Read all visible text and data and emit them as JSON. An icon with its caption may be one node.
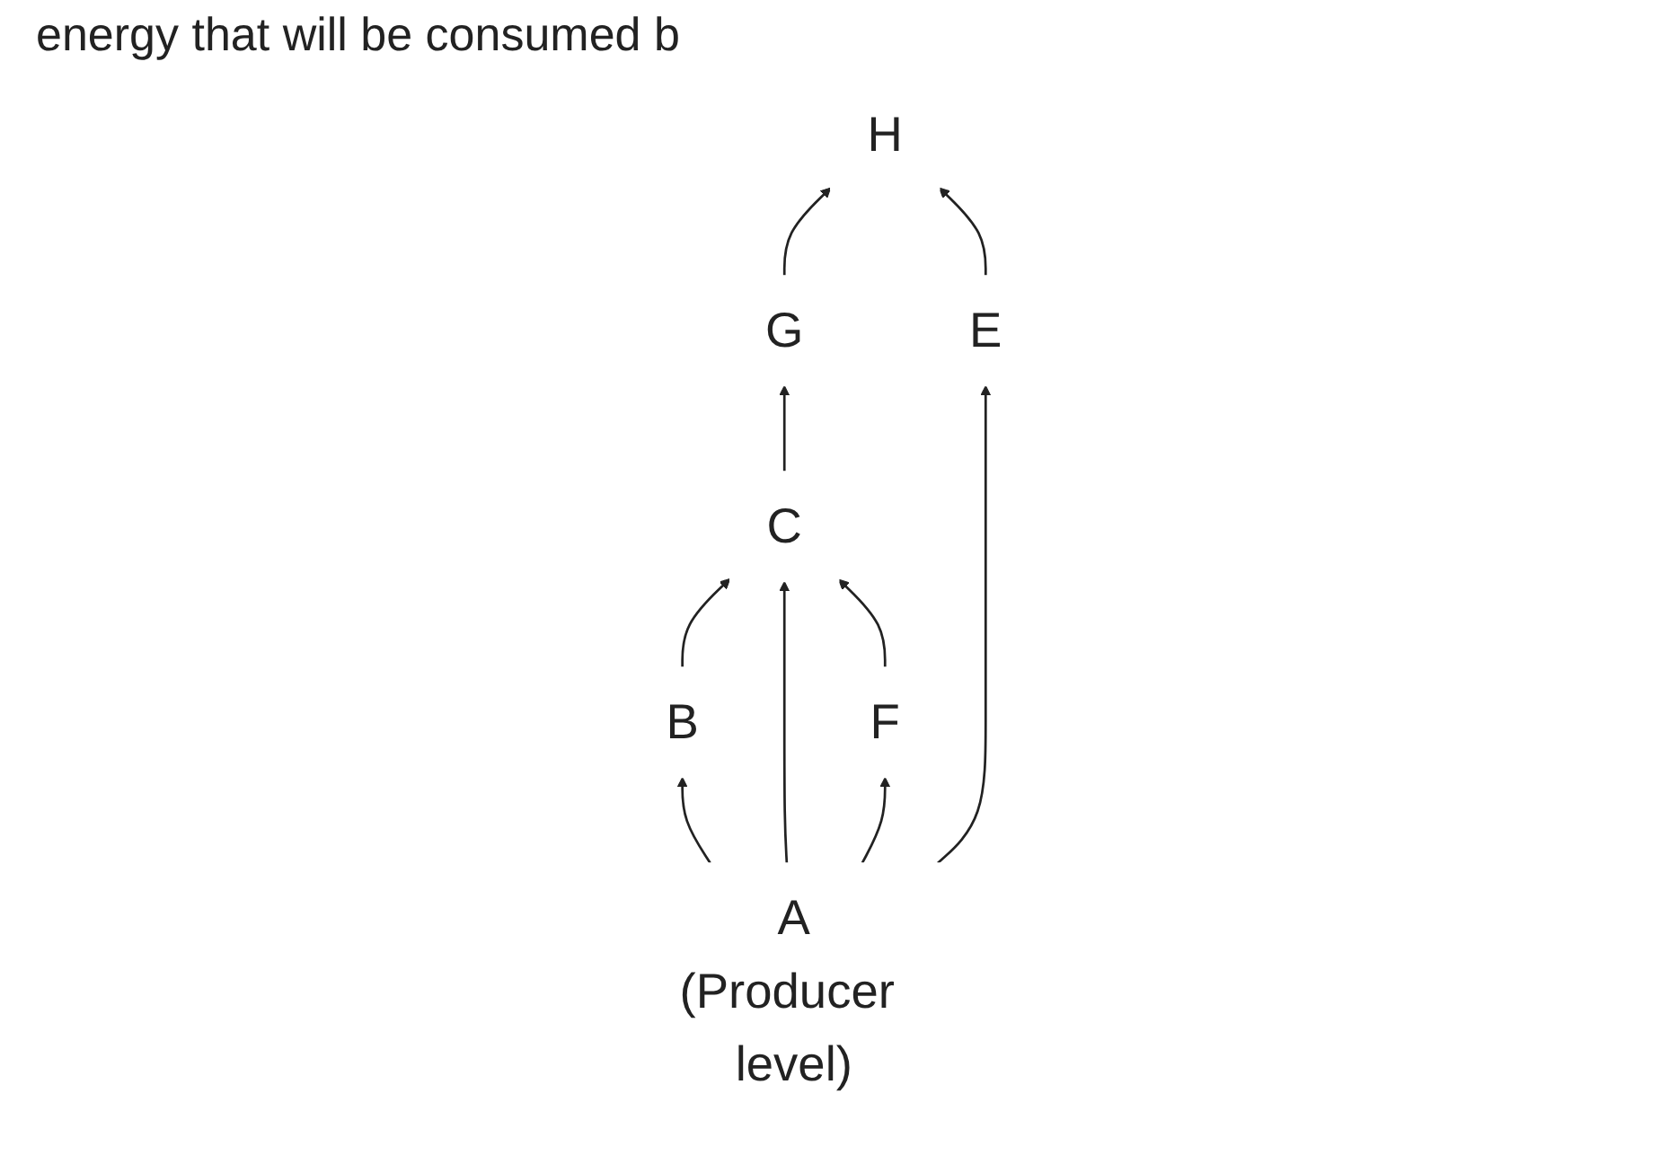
{
  "diagram": {
    "nodes": [
      {
        "text": [
          "B"
        ]
      },
      {
        "text": [
          "C"
        ]
      },
      {
        "text": [
          "G"
        ]
      },
      {
        "text": [
          "H"
        ]
      },
      {
        "text": [
          "F"
        ]
      },
      {
        "text": [
          "A",
          "(Producer level)"
        ]
      },
      {
        "text": [
          "E"
        ]
      }
    ],
    "edges": [
      {
        "from": 0,
        "to": 1,
        "arrow": "to"
      },
      {
        "from": 1,
        "to": 2,
        "arrow": "to"
      },
      {
        "from": 2,
        "to": 3,
        "arrow": "to"
      },
      {
        "from": 5,
        "to": 0,
        "arrow": "to"
      },
      {
        "from": 5,
        "to": 1,
        "arrow": "to"
      },
      {
        "from": 4,
        "to": 1,
        "arrow": "to"
      },
      {
        "from": 6,
        "to": 3,
        "arrow": "to"
      },
      {
        "from": 5,
        "to": 4,
        "arrow": "to"
      },
      {
        "from": 5,
        "to": 6,
        "arrow": "to"
      }
    ],
    "labels": [
      "energy that will be consumed b"
    ]
  }
}
